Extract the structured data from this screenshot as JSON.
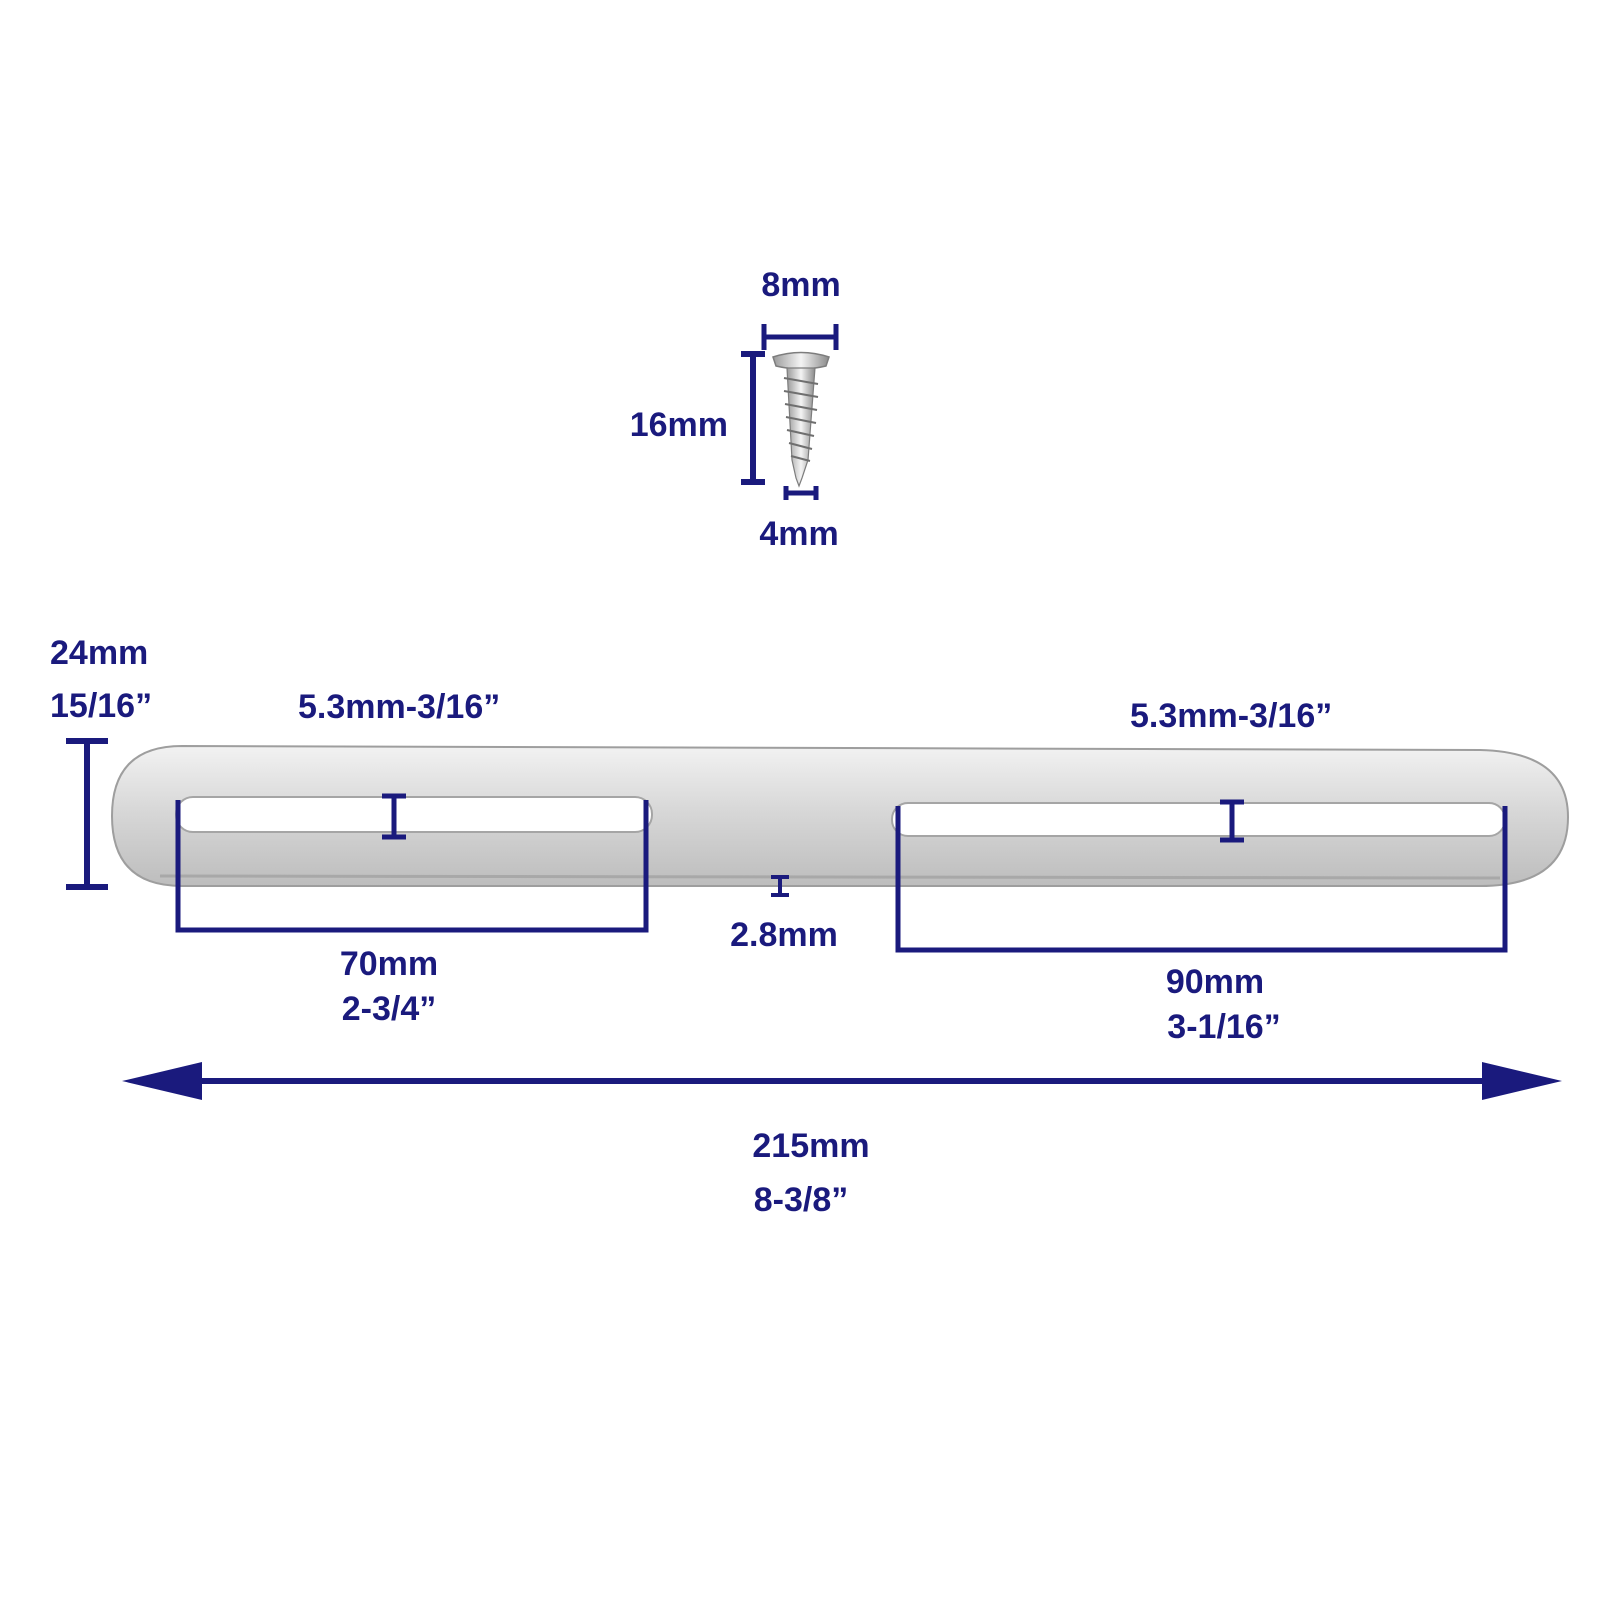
{
  "colors": {
    "dimension": "#1a1a7d",
    "metal_light": "#e6e6e6",
    "metal_mid": "#c9c9c9",
    "metal_dark": "#9a9a9a",
    "background": "#ffffff"
  },
  "screw": {
    "head_width": "8mm",
    "length": "16mm",
    "shank_width": "4mm"
  },
  "plate": {
    "width_mm": "24mm",
    "width_in": "15/16”",
    "left_slot_width": "5.3mm-3/16”",
    "right_slot_width": "5.3mm-3/16”",
    "thickness": "2.8mm",
    "left_slot_length_mm": "70mm",
    "left_slot_length_in": "2-3/4”",
    "right_slot_length_mm": "90mm",
    "right_slot_length_in": "3-1/16”",
    "total_length_mm": "215mm",
    "total_length_in": "8-3/8”"
  }
}
